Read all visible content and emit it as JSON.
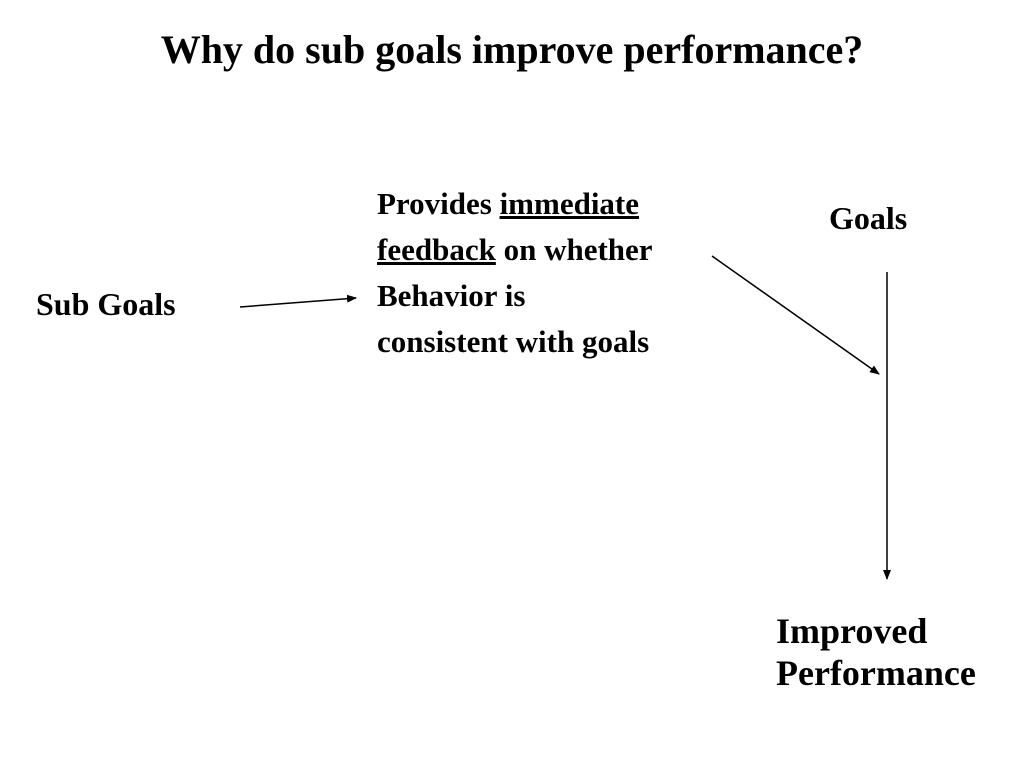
{
  "title": "Why do sub goals improve performance?",
  "nodes": {
    "sub_goals": "Sub Goals",
    "goals": "Goals",
    "feedback": {
      "provides": "Provides ",
      "immediate": "immediate",
      "feedback": "feedback",
      "on_whether": " on whether",
      "line3": "Behavior is",
      "line4": "consistent with goals"
    },
    "improved_performance": {
      "line1": "Improved",
      "line2": "Performance"
    }
  },
  "colors": {
    "text": "#000000",
    "background": "#ffffff"
  }
}
